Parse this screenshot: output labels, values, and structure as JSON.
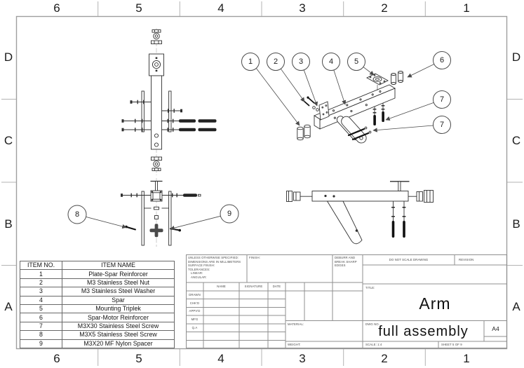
{
  "sheet": {
    "zones": {
      "columns": [
        "6",
        "5",
        "4",
        "3",
        "2",
        "1"
      ],
      "rows": [
        "D",
        "C",
        "B",
        "A"
      ]
    }
  },
  "bom": {
    "headers": {
      "item_no": "ITEM NO.",
      "item_name": "ITEM NAME"
    },
    "rows": [
      {
        "no": "1",
        "name": "Plate-Spar Reinforcer"
      },
      {
        "no": "2",
        "name": "M3 Stainless Steel Nut"
      },
      {
        "no": "3",
        "name": "M3 Stainless Steel Washer"
      },
      {
        "no": "4",
        "name": "Spar"
      },
      {
        "no": "5",
        "name": "Mounting Triplek"
      },
      {
        "no": "6",
        "name": "Spar-Motor Reinforcer"
      },
      {
        "no": "7",
        "name": "M3X30 Stainless Steel Screw"
      },
      {
        "no": "8",
        "name": "M3X5 Stainless Steel Screw"
      },
      {
        "no": "9",
        "name": "M3X20 MF Nylon Spacer"
      }
    ]
  },
  "title_block": {
    "spec_note": {
      "l1": "UNLESS OTHERWISE SPECIFIED:",
      "l2": "DIMENSIONS ARE IN MILLIMETERS",
      "l3": "SURFACE FINISH:",
      "l4": "TOLERANCES:",
      "l5": "LINEAR:",
      "l6": "ANGULAR:"
    },
    "finish_label": "FINISH:",
    "deburr_note": "DEBURR AND BREAK SHARP EDGES",
    "do_not_scale": "DO NOT SCALE DRAWING",
    "revision_label": "REVISION",
    "sign_table": {
      "name": "NAME",
      "signature": "SIGNATURE",
      "date": "DATE",
      "rows": [
        "DRAWN",
        "CHK'D",
        "APPV'D",
        "MFG",
        "Q.A"
      ]
    },
    "material_label": "MATERIAL:",
    "weight_label": "WEIGHT:",
    "title_label": "TITLE:",
    "title": "Arm",
    "dwg_label": "DWG NO.",
    "dwg_no": "full assembly",
    "size": "A4",
    "scale": "SCALE: 1:4",
    "sheet": "SHEET 5 OF 9"
  },
  "balloons": {
    "iso": [
      "1",
      "2",
      "3",
      "4",
      "5",
      "6",
      "7",
      "7"
    ],
    "top": [
      "8",
      "9"
    ]
  },
  "colors": {
    "drawing_line": "#2f2f2f",
    "frame": "#9e9e9e",
    "table_line": "#686868",
    "text": "#141414"
  }
}
